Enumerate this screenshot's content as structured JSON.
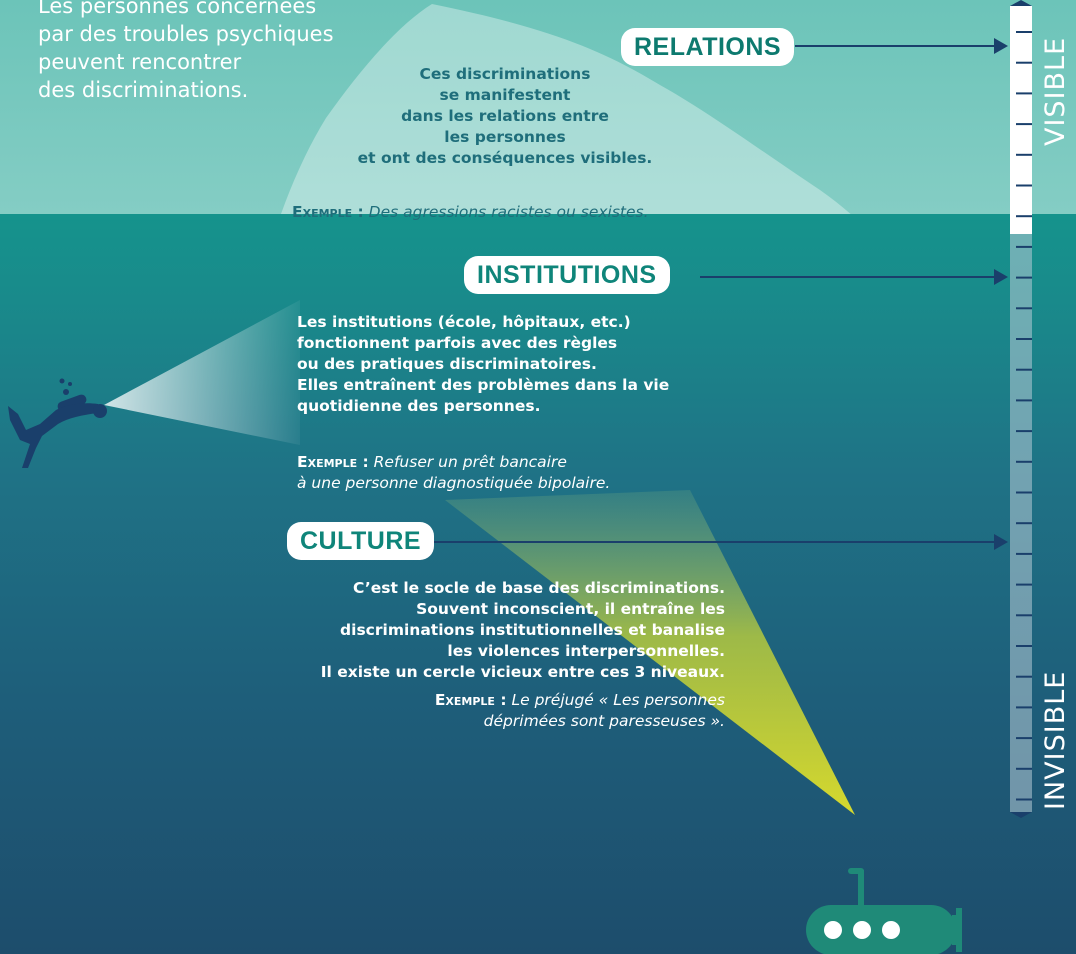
{
  "intro": {
    "lines": [
      "Les personnes concernées",
      "par des troubles psychiques",
      "peuvent rencontrer",
      "des discriminations."
    ]
  },
  "levels": {
    "relations": {
      "tag": "RELATIONS",
      "lines": [
        "Ces discriminations",
        "se manifestent",
        "dans les relations entre",
        "les personnes",
        "et ont des conséquences visibles."
      ],
      "example_key": "Exemple :",
      "example_lines": [
        "Des agressions racistes ou sexistes."
      ]
    },
    "institutions": {
      "tag": "INSTITUTIONS",
      "lines": [
        "Les institutions (école, hôpitaux, etc.)",
        "fonctionnent parfois avec des règles",
        "ou des pratiques discriminatoires.",
        "Elles entraînent des problèmes dans la vie",
        "quotidienne des personnes."
      ],
      "example_key": "Exemple :",
      "example_lines": [
        "Refuser un prêt bancaire",
        "à une personne diagnostiquée bipolaire."
      ]
    },
    "culture": {
      "tag": "CULTURE",
      "lines": [
        "C’est le socle de base des discriminations.",
        "Souvent inconscient, il entraîne les",
        "discriminations institutionnelles et banalise",
        "les violences interpersonnelles.",
        "Il existe un cercle vicieux entre ces 3 niveaux."
      ],
      "example_key": "Exemple :",
      "example_lines": [
        "Le préjugé « Les personnes",
        "déprimées sont paresseuses »."
      ]
    }
  },
  "scale": {
    "top_label": "VISIBLE",
    "bottom_label": "INVISIBLE"
  },
  "colors": {
    "sky": "#7ccabf",
    "sea_top": "#12998c",
    "sea_bottom": "#1d4d6c",
    "teal_text": "#1d6b78",
    "navy_text": "#1a3e66",
    "tag_text": "#0f857a",
    "beam_yellow": "#d4d62a"
  },
  "icons": {
    "diver": "scuba-diver-icon",
    "submarine": "submarine-icon",
    "arrow": "arrow-right-icon"
  }
}
